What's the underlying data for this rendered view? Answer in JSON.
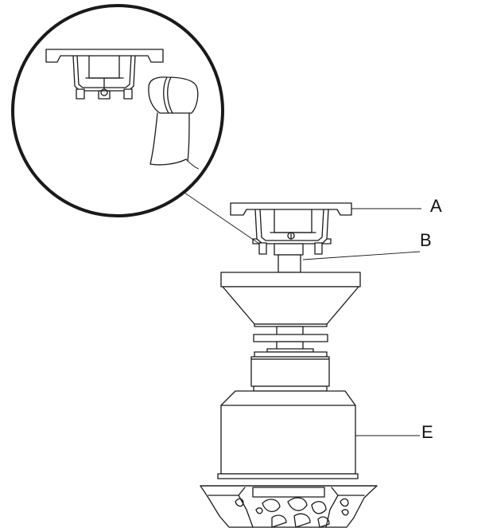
{
  "labels": {
    "a": "A",
    "b": "B",
    "e": "E"
  }
}
